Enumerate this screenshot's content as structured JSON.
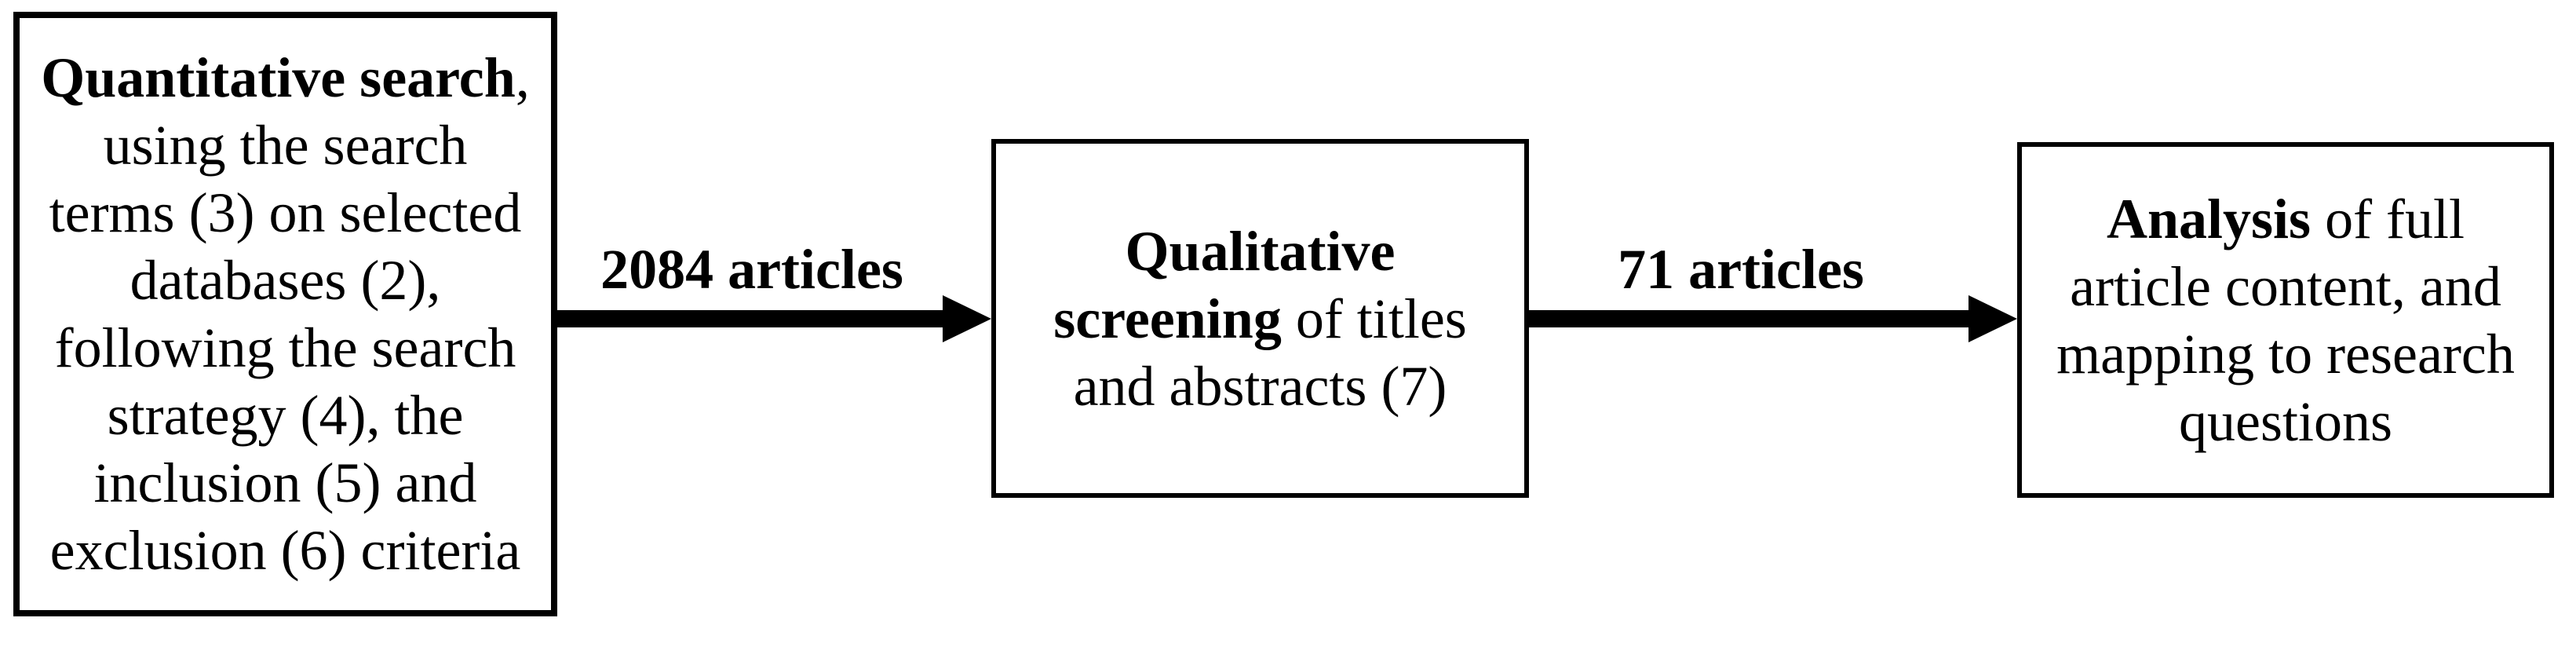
{
  "figure": {
    "background_color": "#ffffff",
    "ink_color": "#000000",
    "boxes": [
      {
        "name": "quantitative-search-box",
        "segments": [
          {
            "text": "Quantitative search",
            "bold": true
          },
          {
            "text": ", using the search terms (3) on selected databases (2), following the search strategy (4), the inclusion (5) and exclusion (6) criteria",
            "bold": false
          }
        ]
      },
      {
        "name": "qualitative-screening-box",
        "segments": [
          {
            "text": "Qualitative screening",
            "bold": true
          },
          {
            "text": " of titles and abstracts (7)",
            "bold": false
          }
        ]
      },
      {
        "name": "analysis-box",
        "segments": [
          {
            "text": "Analysis",
            "bold": true
          },
          {
            "text": " of full article content, and mapping to research questions",
            "bold": false
          }
        ]
      }
    ],
    "arrows": [
      {
        "name": "arrow-search-to-screening",
        "label": "2084 articles"
      },
      {
        "name": "arrow-screening-to-analysis",
        "label": "71 articles"
      }
    ]
  }
}
